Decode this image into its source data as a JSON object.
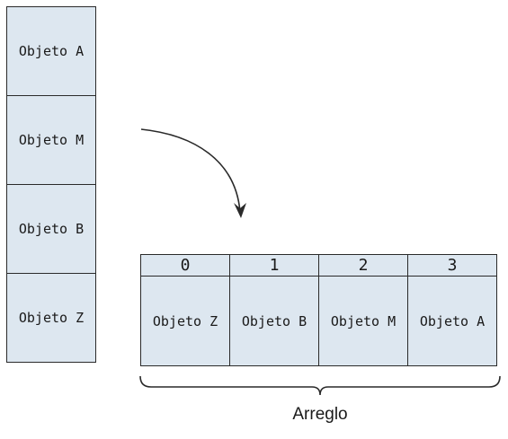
{
  "stack": {
    "items": [
      "Objeto A",
      "Objeto M",
      "Objeto B",
      "Objeto Z"
    ]
  },
  "array": {
    "indices": [
      "0",
      "1",
      "2",
      "3"
    ],
    "values": [
      "Objeto Z",
      "Objeto B",
      "Objeto M",
      "Objeto A"
    ]
  },
  "caption": "Arreglo",
  "colors": {
    "cell_fill": "#dde7f0",
    "stroke": "#2a2a2a"
  }
}
